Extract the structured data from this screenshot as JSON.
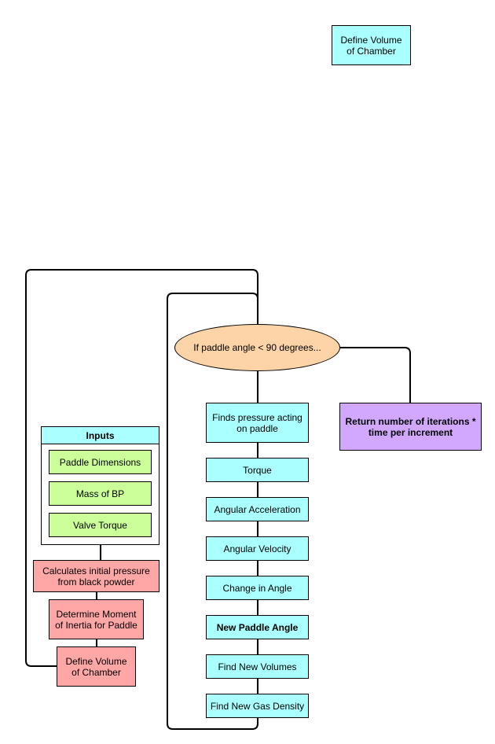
{
  "top": {
    "define_volume": "Define Volume of Chamber"
  },
  "inputs": {
    "header": "Inputs",
    "paddle_dimensions": "Paddle Dimensions",
    "mass_bp": "Mass of BP",
    "valve_torque": "Valve Torque"
  },
  "setup": {
    "initial_pressure": "Calculates initial pressure from black powder",
    "moment_inertia": "Determine Moment of Inertia for Paddle",
    "define_volume": "Define Volume of Chamber"
  },
  "decision": "If paddle angle < 90 degrees...",
  "loop": {
    "pressure": "Finds pressure acting on paddle",
    "torque": "Torque",
    "angular_acceleration": "Angular Acceleration",
    "angular_velocity": "Angular Velocity",
    "change_angle": "Change in Angle",
    "new_paddle_angle": "New Paddle Angle",
    "new_volumes": "Find New Volumes",
    "new_gas_density": "Find New Gas Density"
  },
  "result": "Return number of iterations * time per increment",
  "colors": {
    "process": "#aaffff",
    "setup": "#ffa7a7",
    "input": "#ccff99",
    "result": "#d2a8ff",
    "decision": "#fdd3a8"
  }
}
